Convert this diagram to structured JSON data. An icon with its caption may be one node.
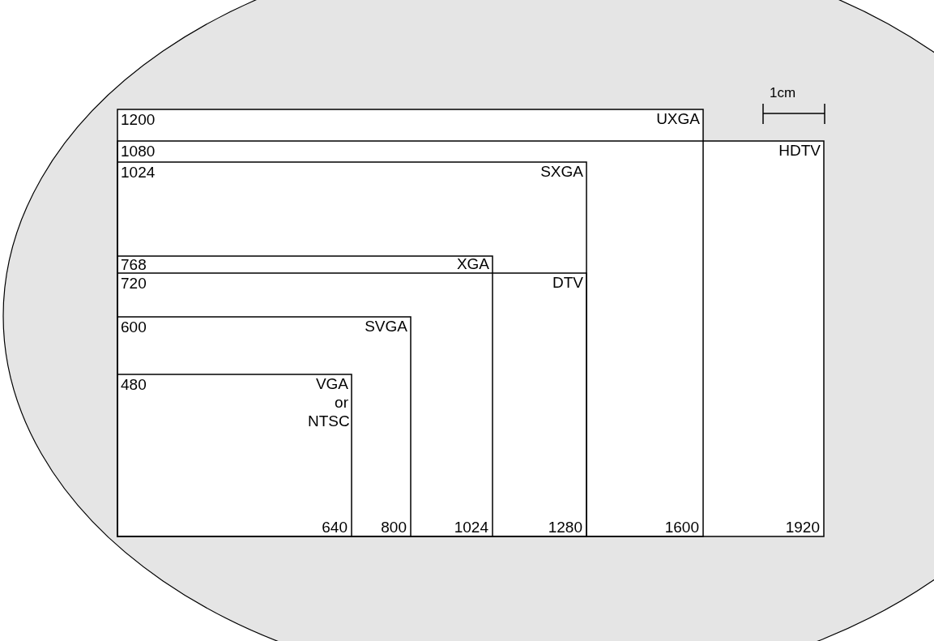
{
  "diagram": {
    "nodes": [
      {
        "text": [
          "1200",
          "UXGA"
        ]
      },
      {
        "text": [
          "1080",
          "HDTV"
        ]
      },
      {
        "text": [
          "1024",
          "SXGA"
        ]
      },
      {
        "text": [
          "768",
          "XGA"
        ]
      },
      {
        "text": [
          "720",
          "DTV"
        ]
      },
      {
        "text": [
          "600",
          "SVGA"
        ]
      },
      {
        "text": [
          "480",
          "VGA or NTSC"
        ]
      }
    ],
    "edges": [],
    "labels": [
      "1cm",
      "640",
      "800",
      "1024",
      "1280",
      "1600",
      "1920"
    ]
  }
}
